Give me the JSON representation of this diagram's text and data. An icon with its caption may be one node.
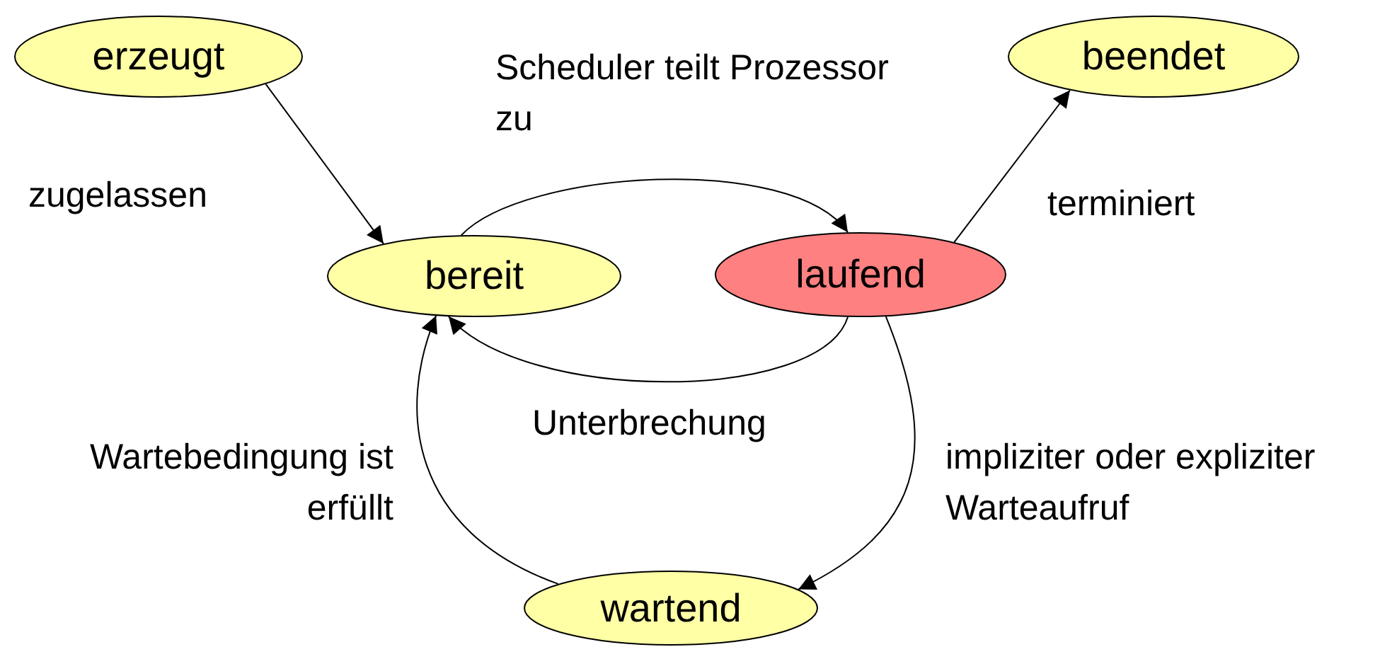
{
  "diagram": {
    "nodes": [
      {
        "text": [
          "erzeugt"
        ]
      },
      {
        "text": [
          "bereit"
        ]
      },
      {
        "text": [
          "laufend"
        ]
      },
      {
        "text": [
          "beendet"
        ]
      },
      {
        "text": [
          "wartend"
        ]
      }
    ],
    "edges": [
      {
        "from": 0,
        "to": 1,
        "arrow": "to",
        "label": "zugelassen"
      },
      {
        "from": 1,
        "to": 2,
        "arrow": "to",
        "label": "Scheduler teilt Prozessor zu"
      },
      {
        "from": 2,
        "to": 1,
        "arrow": "to",
        "label": "Unterbrechung"
      },
      {
        "from": 2,
        "to": 3,
        "arrow": "to",
        "label": "terminiert"
      },
      {
        "from": 2,
        "to": 4,
        "arrow": "to",
        "label": "impliziter oder expliziter Warteaufruf"
      },
      {
        "from": 4,
        "to": 1,
        "arrow": "to",
        "label": "Wartebedingung ist erfüllt"
      }
    ]
  }
}
